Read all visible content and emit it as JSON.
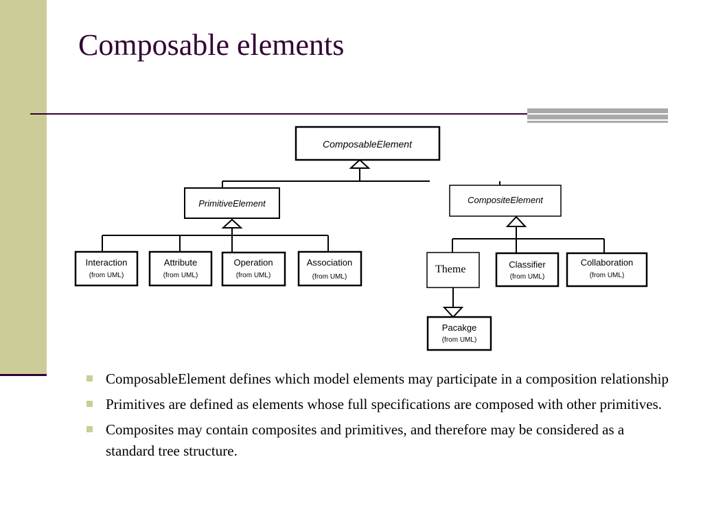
{
  "slide": {
    "title": "Composable elements",
    "colors": {
      "title": "#330033",
      "sidebar": "#cccc99",
      "accent": "#a9a9a9"
    }
  },
  "diagram": {
    "composable_element": "ComposableElement",
    "primitive_element": "PrimitiveElement",
    "composite_element": "CompositeElement",
    "interaction": {
      "name": "Interaction",
      "from": "(from UML)"
    },
    "attribute": {
      "name": "Attribute",
      "from": "(from UML)"
    },
    "operation": {
      "name": "Operation",
      "from": "(from UML)"
    },
    "association": {
      "name": "Association",
      "from": "(from UML)"
    },
    "theme": "Theme",
    "classifier": {
      "name": "Classifier",
      "from": "(from UML)"
    },
    "collaboration": {
      "name": "Collaboration",
      "from": "(from UML)"
    },
    "package": {
      "name": "Pacakge",
      "from": "(from UML)"
    }
  },
  "bullets": [
    "ComposableElement defines which model elements may participate in a composition relationship",
    "Primitives are defined as elements whose full specifications are composed with other primitives.",
    "Composites may contain composites and primitives, and therefore may be considered as a standard tree structure."
  ]
}
